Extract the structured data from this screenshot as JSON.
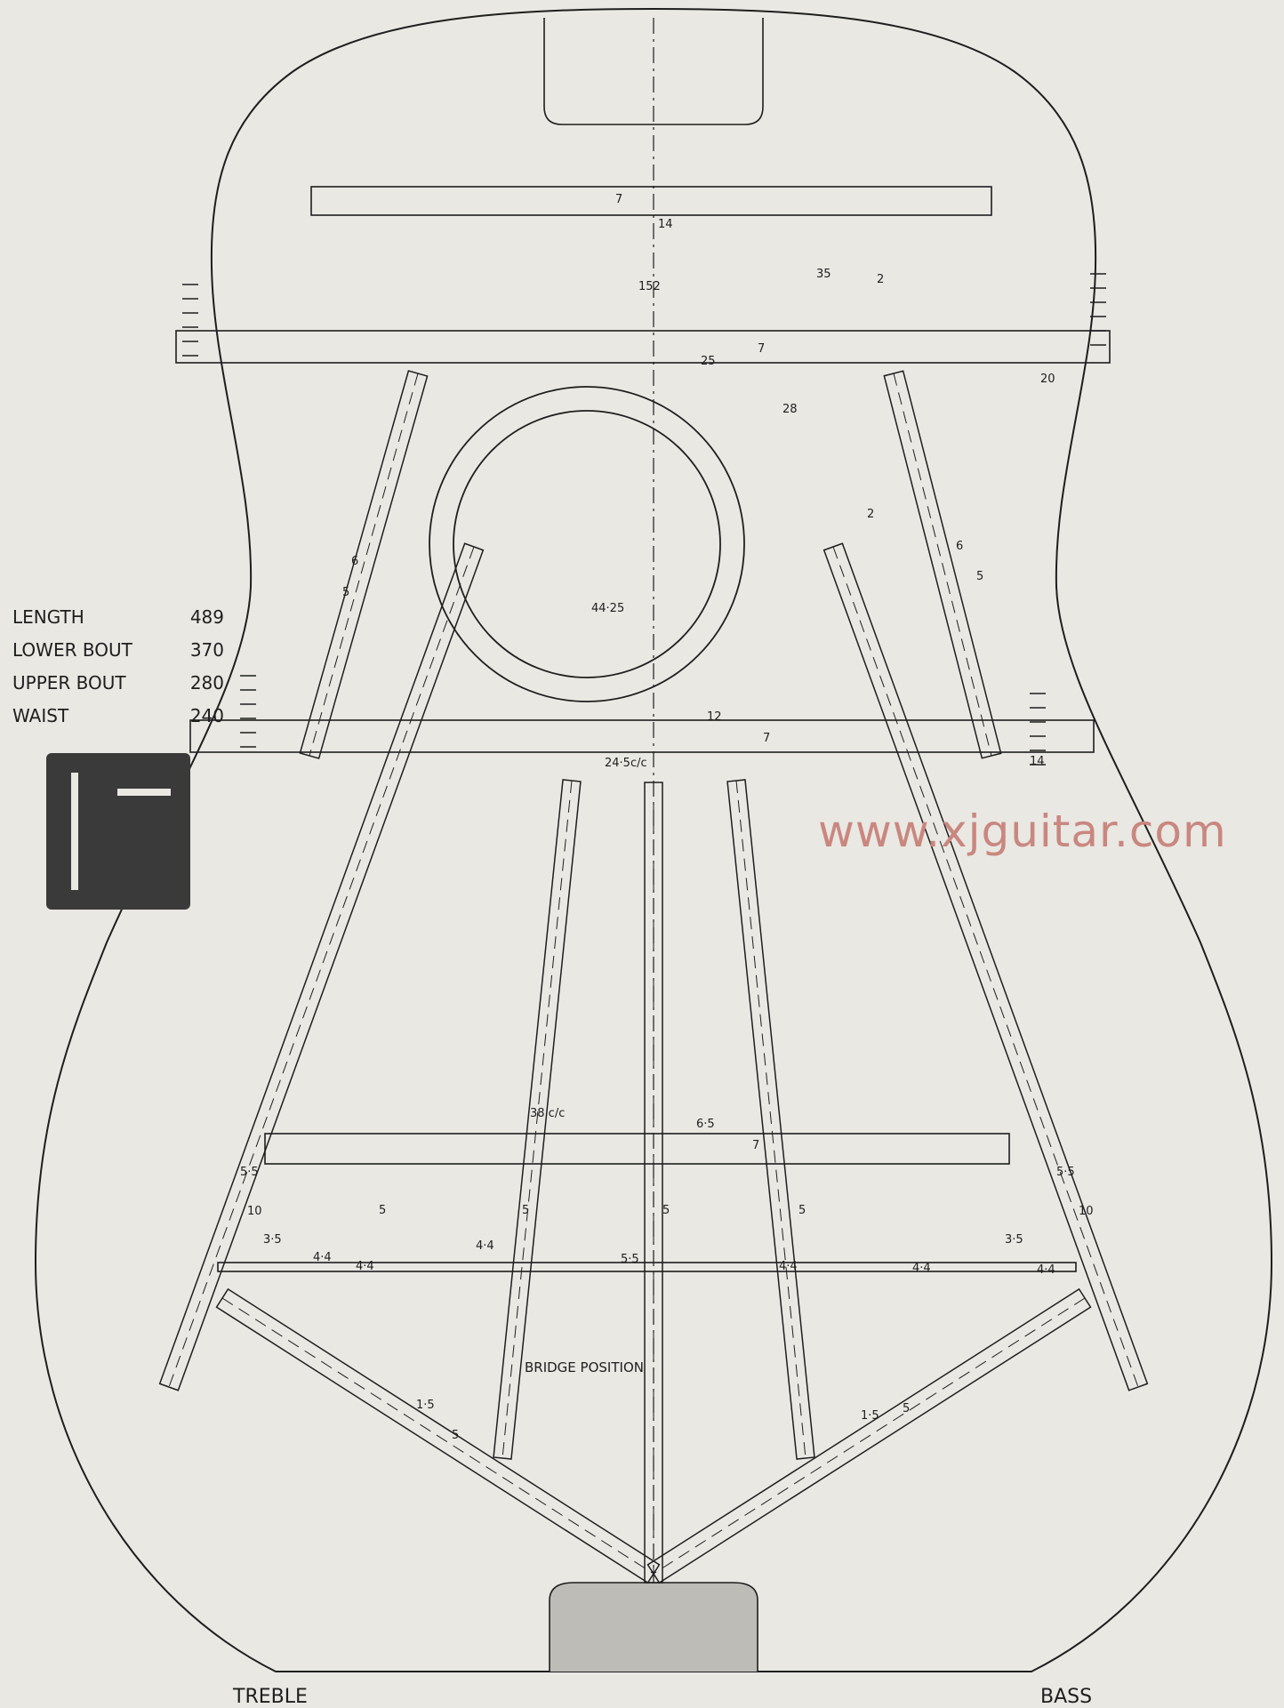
{
  "specs": [
    {
      "label": "LENGTH",
      "value": "489"
    },
    {
      "label": "LOWER BOUT",
      "value": "370"
    },
    {
      "label": "UPPER BOUT",
      "value": "280"
    },
    {
      "label": "WAIST",
      "value": "240"
    }
  ],
  "watermark": "www.xjguitar.com",
  "labels": {
    "treble": "TREBLE",
    "bass": "BASS",
    "bridge": "BRIDGE POSITION"
  },
  "dimensions": [
    "7",
    "14",
    "35",
    "2",
    "152",
    "7",
    "25",
    "20",
    "28",
    "44·25",
    "2",
    "6",
    "5",
    "6",
    "5",
    "12",
    "7",
    "24·5c/c",
    "14",
    "38 c/c",
    "6·5",
    "7",
    "5·5",
    "10",
    "5",
    "3·5",
    "4·4",
    "4·4",
    "4·4",
    "5",
    "5",
    "5·5",
    "4·4",
    "5",
    "4·4",
    "3·5",
    "4·4",
    "5·5",
    "10",
    "1·5",
    "5",
    "1·5",
    "5"
  ]
}
